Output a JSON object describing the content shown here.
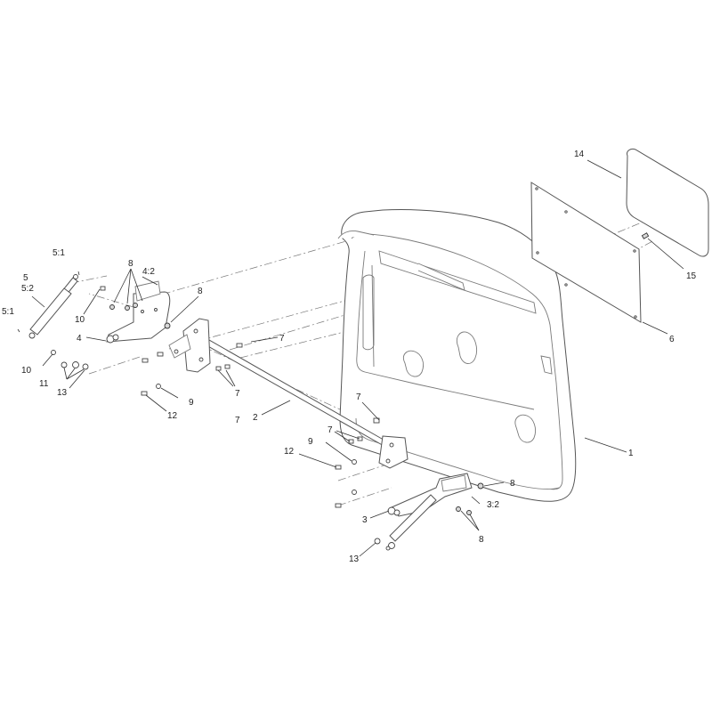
{
  "callouts": {
    "c1": "1",
    "c2": "2",
    "c3": "3",
    "c3_2": "3:2",
    "c4": "4",
    "c4_2": "4:2",
    "c5": "5",
    "c5_1_top": "5:1",
    "c5_1_left": "5:1",
    "c5_2": "5:2",
    "c6": "6",
    "c7_a": "7",
    "c7_b": "7",
    "c7_c": "7",
    "c7_d": "7",
    "c7_e": "7",
    "c8_a": "8",
    "c8_b": "8",
    "c8_c": "8",
    "c8_d": "8",
    "c9_a": "9",
    "c9_b": "9",
    "c10_a": "10",
    "c10_b": "10",
    "c11": "11",
    "c12_a": "12",
    "c12_b": "12",
    "c13_a": "13",
    "c13_b": "13",
    "c14": "14",
    "c15": "15"
  }
}
